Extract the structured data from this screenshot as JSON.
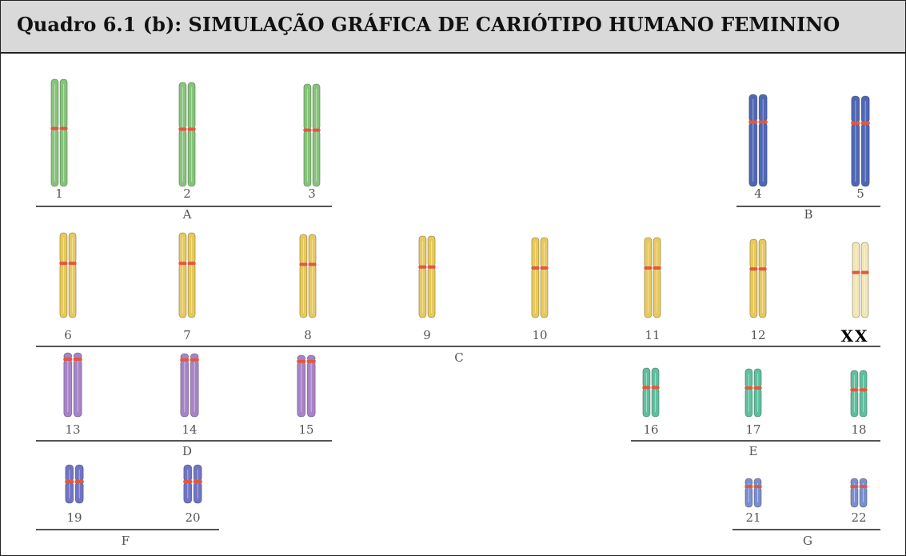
{
  "title": "Quadro 6.1 (b): SIMULAÇÃO GRÁFICA DE CARIÓTIPO HUMANO FEMININO",
  "colors": {
    "groupA": "#86c47a",
    "groupB": "#4f67b3",
    "groupC": "#e8c95a",
    "sexXX": "#f2e6b4",
    "groupD": "#a683c6",
    "groupE": "#5fbf9f",
    "groupF": "#6f74c4",
    "groupG": "#7a8fcf",
    "centromere": "#e2583e"
  },
  "groups": [
    {
      "id": "A",
      "label": "A",
      "color_key": "groupA",
      "chromosomes": [
        "1",
        "2",
        "3"
      ]
    },
    {
      "id": "B",
      "label": "B",
      "color_key": "groupB",
      "chromosomes": [
        "4",
        "5"
      ]
    },
    {
      "id": "C",
      "label": "C",
      "color_key": "groupC",
      "chromosomes": [
        "6",
        "7",
        "8",
        "9",
        "10",
        "11",
        "12"
      ]
    },
    {
      "id": "XX",
      "label": "XX",
      "color_key": "sexXX",
      "chromosomes": []
    },
    {
      "id": "D",
      "label": "D",
      "color_key": "groupD",
      "chromosomes": [
        "13",
        "14",
        "15"
      ]
    },
    {
      "id": "E",
      "label": "E",
      "color_key": "groupE",
      "chromosomes": [
        "16",
        "17",
        "18"
      ]
    },
    {
      "id": "F",
      "label": "F",
      "color_key": "groupF",
      "chromosomes": [
        "19",
        "20"
      ]
    },
    {
      "id": "G",
      "label": "G",
      "color_key": "groupG",
      "chromosomes": [
        "21",
        "22"
      ]
    }
  ]
}
